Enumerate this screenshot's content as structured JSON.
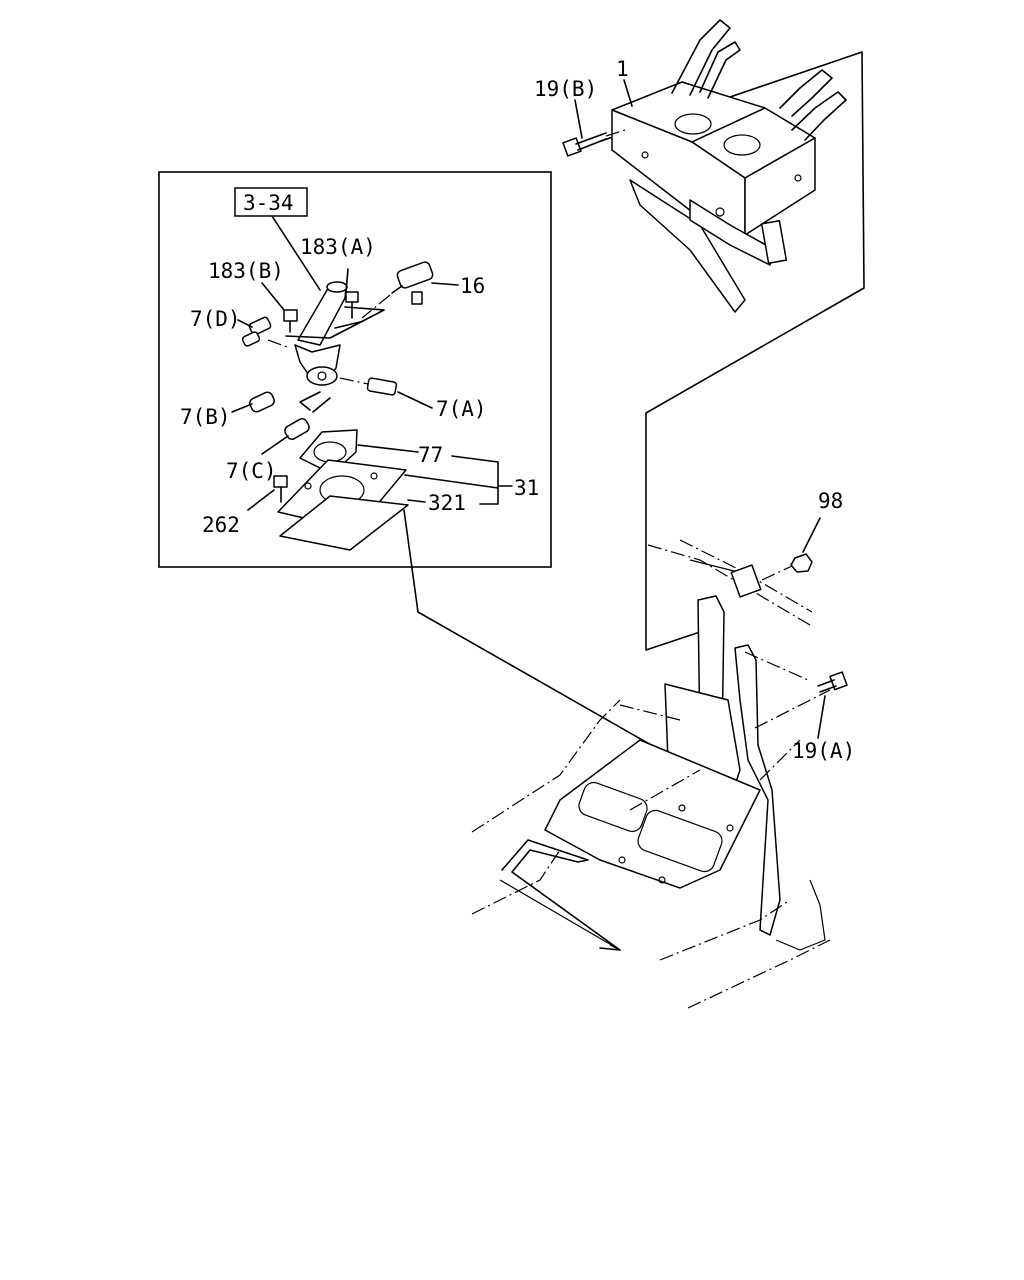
{
  "labels": {
    "l_1": "1",
    "l_19b": "19(B)",
    "l_334": "3-34",
    "l_183a": "183(A)",
    "l_183b": "183(B)",
    "l_16": "16",
    "l_7d": "7(D)",
    "l_7a": "7(A)",
    "l_7b": "7(B)",
    "l_77": "77",
    "l_7c": "7(C)",
    "l_31": "31",
    "l_321": "321",
    "l_262": "262",
    "l_98": "98",
    "l_19a": "19(A)"
  }
}
